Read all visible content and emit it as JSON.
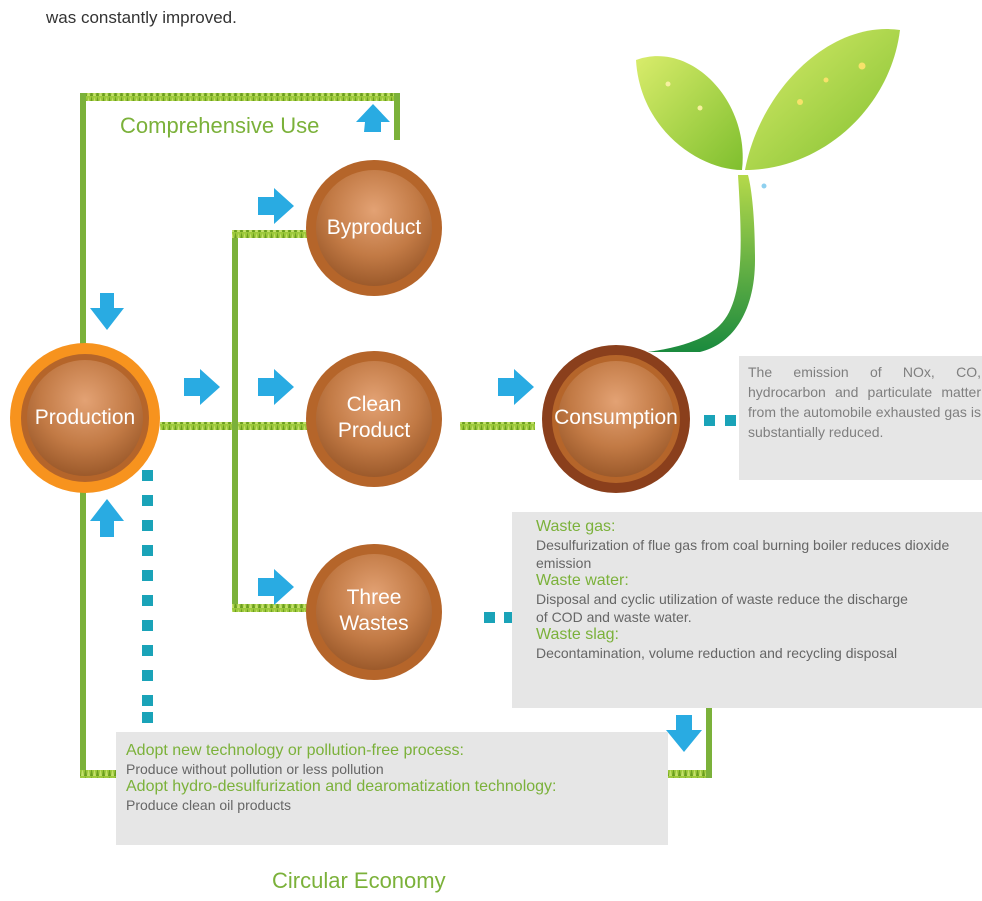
{
  "intro": {
    "line2": "was constantly improved."
  },
  "labels": {
    "comprehensive_use": "Comprehensive Use",
    "circular_economy": "Circular Economy"
  },
  "circles": {
    "production": "Production",
    "byproduct": "Byproduct",
    "clean_product_1": "Clean",
    "clean_product_2": "Product",
    "consumption": "Consumption",
    "three_wastes_1": "Three",
    "three_wastes_2": "Wastes"
  },
  "consumption_note": "The emission of NOx, CO, hydrocarbon and particulate matter from the automobile exhausted gas is substantially reduced.",
  "wastes_panel": {
    "gas_title": "Waste gas:",
    "gas_text": "Desulfurization of flue gas from coal burning boiler reduces dioxide emission",
    "water_title": "Waste water:",
    "water_text": "Disposal and cyclic utilization of waste reduce the discharge of COD and waste water.",
    "slag_title": "Waste slag:",
    "slag_text": "Decontamination, volume reduction and recycling disposal"
  },
  "production_panel": {
    "title1": "Adopt new technology or pollution-free process:",
    "text1": "Produce without pollution or less pollution",
    "title2": "Adopt hydro-desulfurization and dearomatization technology:",
    "text2": "Produce clean oil products"
  },
  "colors": {
    "green": "#7bb13a",
    "arrow_blue": "#29abe2",
    "dots_teal": "#1aa3b8",
    "production_orange": "#f7931e",
    "circle_brown": "#b5652a"
  }
}
